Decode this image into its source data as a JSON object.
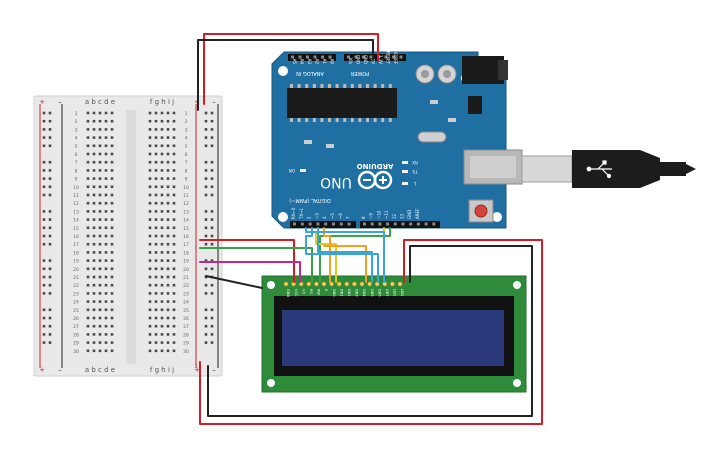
{
  "breadboard": {
    "col_left": "a b c d e",
    "col_right": "f g h i j",
    "rows": [
      "1",
      "2",
      "3",
      "4",
      "5",
      "6",
      "7",
      "8",
      "9",
      "10",
      "11",
      "12",
      "13",
      "14",
      "15",
      "16",
      "17",
      "18",
      "19",
      "20",
      "21",
      "22",
      "23",
      "24",
      "25",
      "26",
      "27",
      "28",
      "29",
      "30"
    ],
    "plus": "+",
    "minus": "–"
  },
  "arduino": {
    "brand": "ARDUINO",
    "model": "UNO",
    "power_header": "POWER",
    "analog_header": "ANALOG IN",
    "digital_header": "DIGITAL (PWM~)",
    "analog_pins": [
      "A0",
      "A1",
      "A2",
      "A3",
      "A4",
      "A5"
    ],
    "power_pins": [
      "IOREF",
      "RESET",
      "3.3V",
      "5V",
      "GND",
      "GND",
      "Vin"
    ],
    "digital_pins": [
      "AREF",
      "GND",
      "13",
      "12",
      "~11",
      "~10",
      "~9",
      "8",
      "7",
      "~6",
      "~5",
      "4",
      "~3",
      "2",
      "TX→1",
      "RX←0"
    ],
    "labels": {
      "on": "ON",
      "l": "L",
      "tx": "TX",
      "rx": "RX"
    }
  },
  "lcd": {
    "pins": [
      "GND",
      "VCC",
      "V0",
      "RS",
      "RW",
      "E",
      "DB0",
      "DB1",
      "DB2",
      "DB3",
      "DB4",
      "DB5",
      "DB6",
      "DB7",
      "LED",
      "LED"
    ]
  },
  "colors": {
    "red_wire": "#d21f26",
    "black_wire": "#222222",
    "green_wire": "#37a346",
    "magenta_wire": "#c02a8c",
    "orange_wire": "#f2a020",
    "yellow_wire": "#e6c81e",
    "blue_wire": "#3aa6d8",
    "board_blue": "#1f6fa3",
    "pcb_green": "#2e8b3a",
    "lcd_screen": "#2a3a7a"
  }
}
